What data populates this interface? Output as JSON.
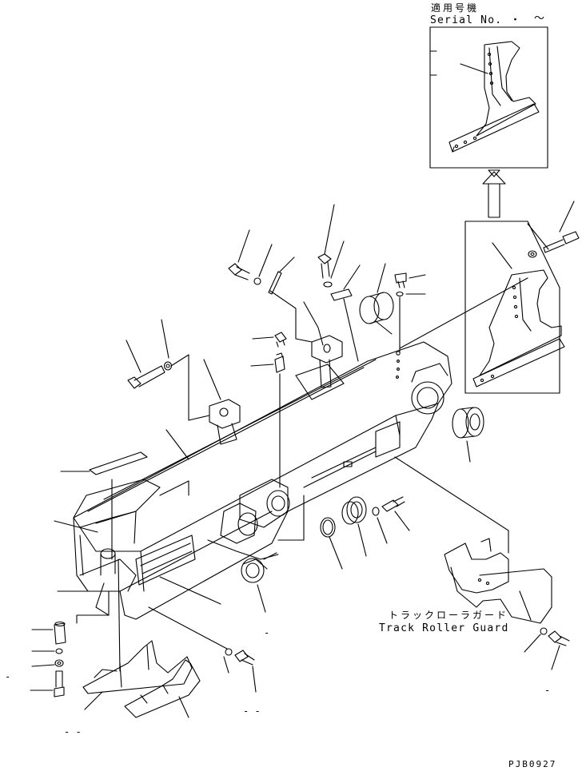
{
  "inset": {
    "applicable_jp": "適用号機",
    "serial_label": "Serial No.",
    "serial_dot": "・",
    "serial_tilde": "～"
  },
  "guard_label": {
    "jp": "トラックローラガード",
    "en": "Track Roller Guard"
  },
  "drawing_code": "PJB0927",
  "dash": "-",
  "dash_pair": "-  -"
}
